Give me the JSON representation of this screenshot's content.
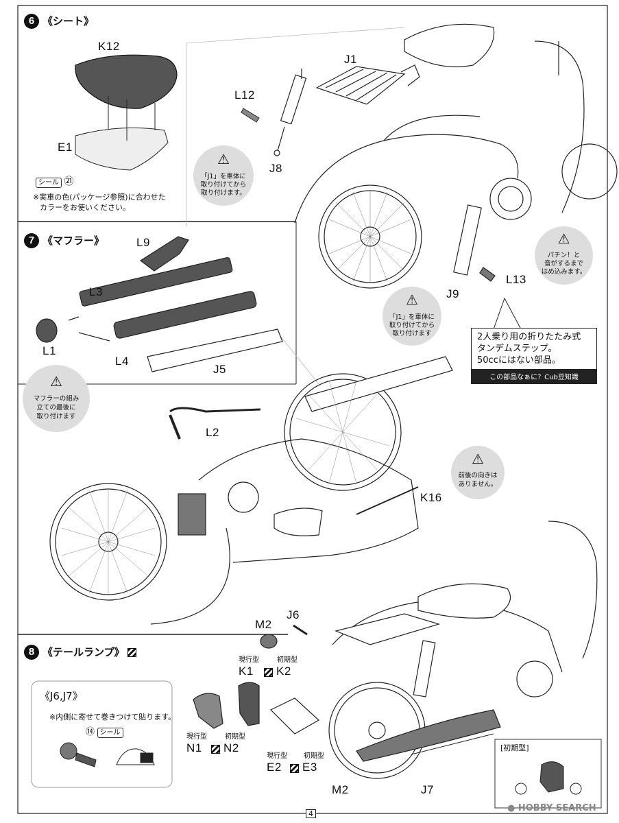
{
  "page_number": "4",
  "watermark": "HOBBY SEARCH",
  "step6": {
    "num": "6",
    "title": "《シート》",
    "labels": {
      "K12": "K12",
      "E1": "E1",
      "J1": "J1",
      "L12": "L12",
      "J8": "J8",
      "J9": "J9",
      "L13": "L13"
    },
    "sticker_tag": "シール",
    "sticker_num": "㉑",
    "note_line1": "※実車の色(パッケージ参照)に合わせた",
    "note_line2": "カラーをお使いください。",
    "warn_j1_a": {
      "l1": "「J1」を車体に",
      "l2": "取り付けてから",
      "l3": "取り付けます。"
    },
    "warn_pachin": {
      "l1": "パチン！と",
      "l2": "音がするまで",
      "l3": "はめ込みます。"
    },
    "warn_j1_b": {
      "l1": "「J1」を車体に",
      "l2": "取り付けてから",
      "l3": "取り付けます"
    }
  },
  "step7": {
    "num": "7",
    "title": "《マフラー》",
    "labels": {
      "L9": "L9",
      "L3": "L3",
      "L1": "L1",
      "L4": "L4",
      "J5": "J5",
      "L2": "L2",
      "K16": "K16"
    },
    "warn_muffler": {
      "l1": "マフラーの組み",
      "l2": "立ての最後に",
      "l3": "取り付けます"
    },
    "warn_direction": {
      "l1": "前後の向きは",
      "l2": "ありません。"
    },
    "cub_callout": {
      "line1": "2人乗り用の折りたたみ式",
      "line2": "タンデムステップ。",
      "line3": "50ccにはない部品。",
      "footer": "この部品なぁに？Cub豆知識"
    }
  },
  "step8": {
    "num": "8",
    "title": "《テールランプ》",
    "labels": {
      "M2": "M2",
      "J6": "J6",
      "M2b": "M2",
      "J7": "J7"
    },
    "current_type": "現行型",
    "early_type": "初期型",
    "K1": "K1",
    "K2": "K2",
    "N1": "N1",
    "N2": "N2",
    "E2": "E2",
    "E3": "E3",
    "early_box_title": "[初期型]",
    "inset_title": "《J6,J7》",
    "inset_note": "※内側に寄せて巻きつけて貼ります。",
    "inset_sticker_num": "⑭",
    "inset_sticker_tag": "シール"
  }
}
